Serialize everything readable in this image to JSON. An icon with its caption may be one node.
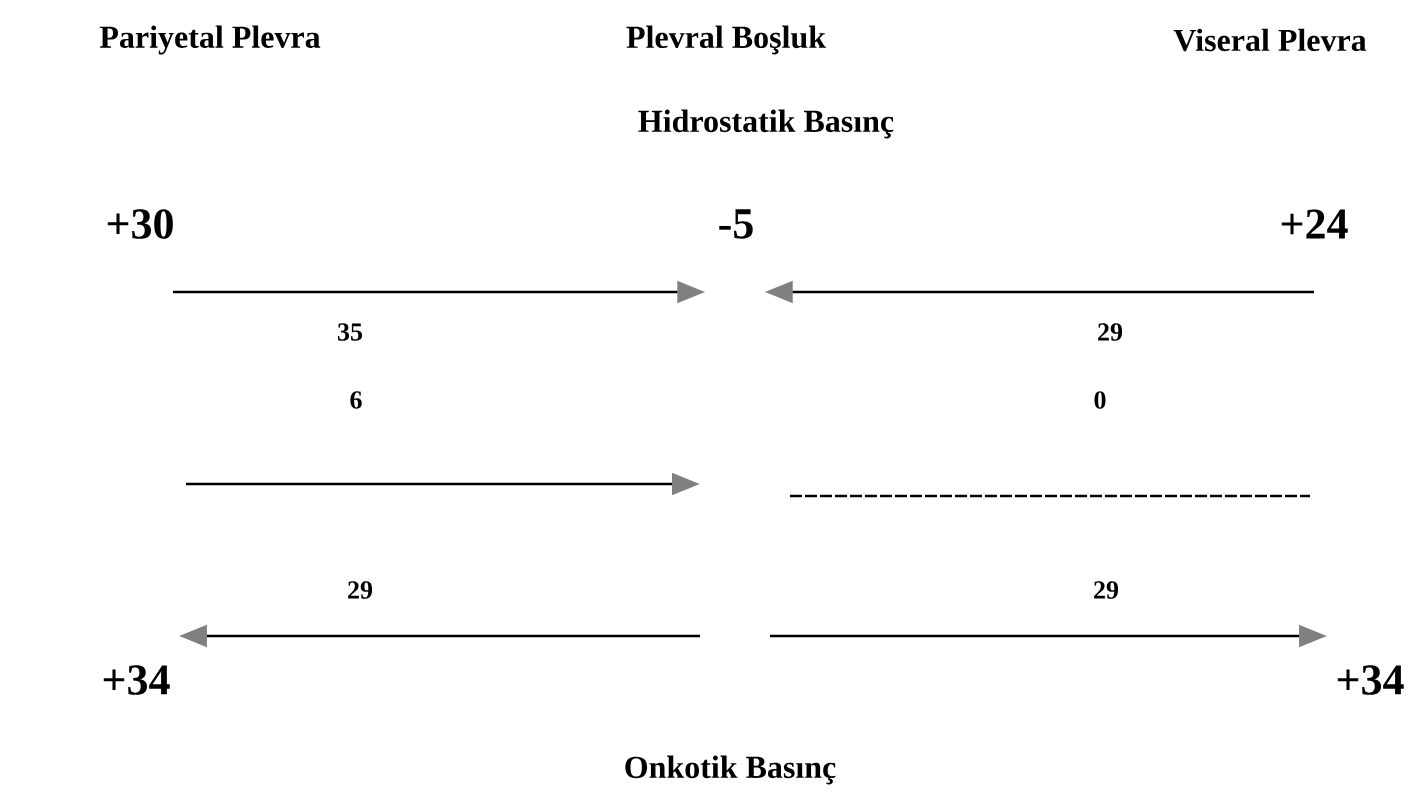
{
  "diagram": {
    "nodes": [
      {
        "text": [
          "+30"
        ]
      },
      {
        "text": [
          "-5"
        ]
      },
      {
        "text": [
          "+24"
        ]
      },
      {
        "text": [
          "+34"
        ]
      },
      {
        "text": [
          "+34"
        ]
      }
    ],
    "edges": [
      {
        "from": 0,
        "to": 1,
        "arrow": "to",
        "label": "35"
      },
      {
        "from": 2,
        "to": 1,
        "arrow": "to",
        "label": "29"
      },
      {
        "from": null,
        "to": 3,
        "arrow": "to",
        "label": "29"
      },
      {
        "from": null,
        "to": 4,
        "arrow": "to",
        "label": "29"
      }
    ],
    "labels": [
      "Pariyetal Plevra",
      "Plevral Boşluk",
      "Viseral Plevra",
      "Hidrostatik Basınç",
      "6",
      "0",
      "Onkotik Basınç"
    ]
  }
}
